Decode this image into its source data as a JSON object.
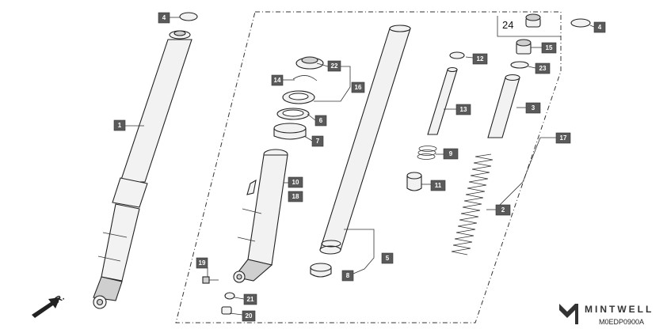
{
  "diagram": {
    "callouts": {
      "c4_left": "4",
      "c1": "1",
      "c14": "14",
      "c22": "22",
      "c16": "16",
      "c6": "6",
      "c7": "7",
      "c10": "10",
      "c18": "18",
      "c19": "19",
      "c21": "21",
      "c20": "20",
      "c5": "5",
      "c8": "8",
      "c12": "12",
      "c13": "13",
      "c9": "9",
      "c11": "11",
      "c24": "24",
      "c15": "15",
      "c23": "23",
      "c4_right": "4",
      "c3": "3",
      "c17": "17",
      "c2": "2"
    },
    "front_label": "FR.",
    "brand_name": "MINTWELL",
    "diagram_code": "M0EDP0900A"
  }
}
